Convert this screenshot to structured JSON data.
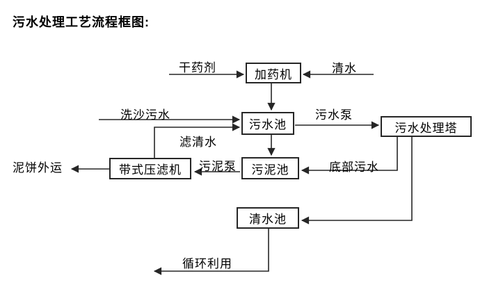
{
  "title": "污水处理工艺流程框图:",
  "diagram_type": "process-flowchart",
  "nodes": {
    "dosing_machine": {
      "label": "加药机"
    },
    "sewage_pool": {
      "label": "污水池"
    },
    "treatment_tower": {
      "label": "污水处理塔"
    },
    "sludge_pool": {
      "label": "污泥池"
    },
    "belt_filter_press": {
      "label": "带式压滤机"
    },
    "clean_water_pool": {
      "label": "清水池"
    }
  },
  "edge_labels": {
    "dry_agent": "干药剂",
    "clean_water": "清水",
    "sand_washing_sewage": "洗沙污水",
    "sewage_pump": "污水泵",
    "filtered_water": "滤清水",
    "mud_cake_out": "泥饼外运",
    "sludge_pump": "污泥泵",
    "bottom_sewage": "底部污水",
    "recycle_use": "循环利用"
  },
  "flows": [
    {
      "from": "干药剂 (external)",
      "to": "加药机",
      "label": "干药剂"
    },
    {
      "from": "清水 (external)",
      "to": "加药机",
      "label": "清水"
    },
    {
      "from": "加药机",
      "to": "污水池",
      "label": ""
    },
    {
      "from": "洗沙污水 (external)",
      "to": "污水池",
      "label": "洗沙污水"
    },
    {
      "from": "带式压滤机",
      "to": "污水池",
      "label": "滤清水"
    },
    {
      "from": "污水池",
      "to": "污水处理塔",
      "label": "污水泵"
    },
    {
      "from": "污水池",
      "to": "污泥池",
      "label": ""
    },
    {
      "from": "污水处理塔",
      "to": "污泥池",
      "label": "底部污水"
    },
    {
      "from": "污泥池",
      "to": "带式压滤机",
      "label": "污泥泵"
    },
    {
      "from": "带式压滤机",
      "to": "外部",
      "label": "泥饼外运"
    },
    {
      "from": "污水处理塔",
      "to": "清水池",
      "label": ""
    },
    {
      "from": "清水池",
      "to": "外部",
      "label": "循环利用"
    }
  ],
  "colors": {
    "background": "#ffffff",
    "line": "#262626",
    "text": "#000000",
    "box_border": "#262626"
  }
}
